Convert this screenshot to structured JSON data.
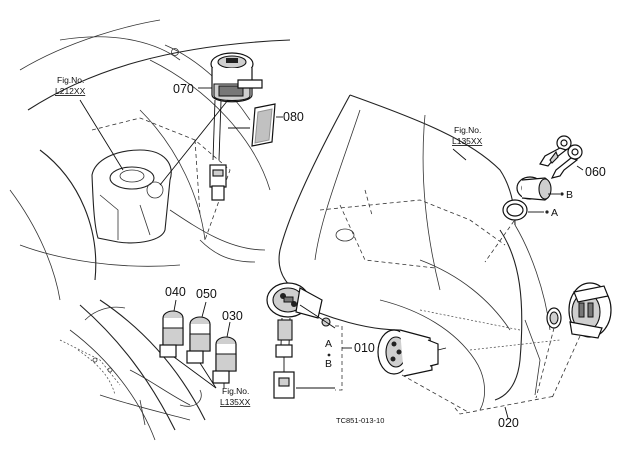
{
  "parts": [
    {
      "id": "p070",
      "label": "070"
    },
    {
      "id": "p080",
      "label": "080"
    },
    {
      "id": "p060",
      "label": "060"
    },
    {
      "id": "p040",
      "label": "040"
    },
    {
      "id": "p050",
      "label": "050"
    },
    {
      "id": "p030",
      "label": "030"
    },
    {
      "id": "p010",
      "label": "010"
    },
    {
      "id": "p020",
      "label": "020"
    }
  ],
  "fig_refs": [
    {
      "prefix": "Fig.No.",
      "number": "L212XX"
    },
    {
      "prefix": "Fig.No.",
      "number": "L135XX"
    },
    {
      "prefix": "Fig.No.",
      "number": "L135XX"
    }
  ],
  "ref_marks": {
    "a": "A",
    "b": "B"
  },
  "caption": "TC851-013-10"
}
